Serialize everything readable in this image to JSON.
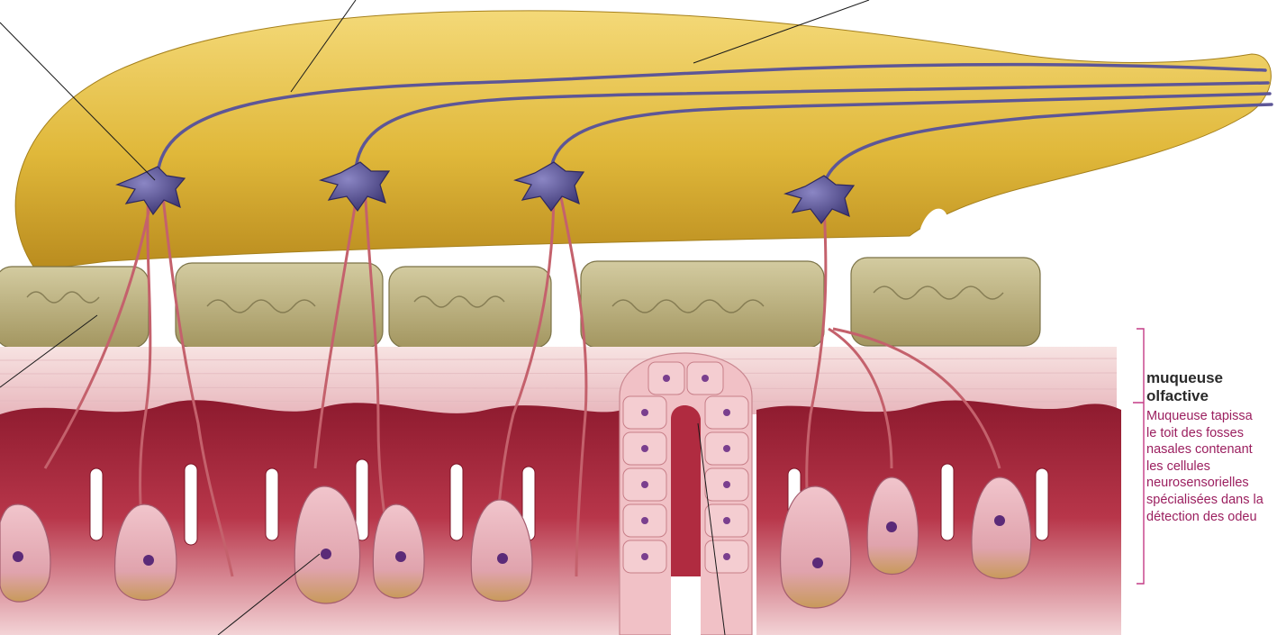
{
  "label": {
    "title_line1": "muqueuse",
    "title_line2": "olfactive",
    "description_lines": [
      "Muqueuse tapissa",
      "le toit des fosses",
      "nasales contenant",
      "les cellules",
      "neurosensorielles",
      "spécialisées dans la",
      "détection des odeu"
    ]
  },
  "colors": {
    "bulb": "#e0b83a",
    "bone": "#b7ac78",
    "connective": "#f1d3d6",
    "epithelium": "#a9243a",
    "nerve": "#6b62a8",
    "bracket": "#c43c86",
    "leader": "#1a1a1a"
  }
}
